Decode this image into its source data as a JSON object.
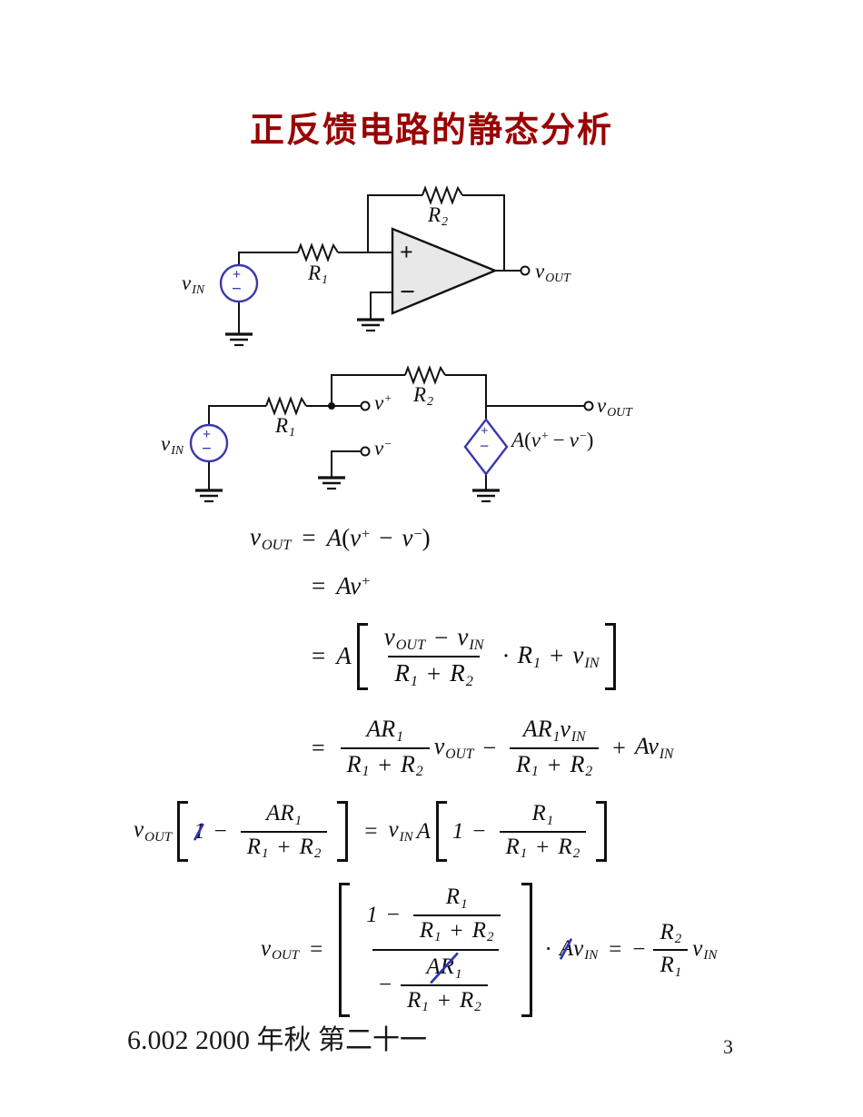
{
  "title": "正反馈电路的静态分析",
  "colors": {
    "title_red": "#990000",
    "ink_black": "#0e0e0e",
    "source_blue": "#3939ac",
    "opamp_fill": "#e8e8e8",
    "strikethrough_blue": "#3434b4"
  },
  "sym": {
    "v": "v",
    "A": "A",
    "R": "R",
    "one": "1",
    "two": "2",
    "OUT": "OUT",
    "IN": "IN",
    "eq": "=",
    "plus": "+",
    "minus": "−",
    "cdot": "·",
    "lp": "(",
    "rp": ")"
  },
  "circuit1": {
    "labels": {
      "vin": "vIN",
      "r1": "R1",
      "r2": "R2",
      "vout": "vOUT",
      "opamp_plus": "+",
      "opamp_minus": "−",
      "source_plus": "+",
      "source_minus": "−"
    }
  },
  "circuit2": {
    "labels": {
      "vin": "vIN",
      "r1": "R1",
      "r2": "R2",
      "vplus": "v+",
      "vminus": "v−",
      "vout": "vOUT",
      "dep_source": "A(v+ − v−)",
      "source_plus": "+",
      "source_minus": "−",
      "dep_plus": "+",
      "dep_minus": "−"
    }
  },
  "equations": [
    "vOUT = A(v+ − v−)",
    "= Av+",
    "= A[ (vOUT − vIN)/(R1 + R2) · R1 + vIN ]",
    "= AR1/(R1 + R2) vOUT − AR1vIN/(R1 + R2) + AvIN",
    "vOUT[ 1 − AR1/(R1 + R2) ] = vIN A[ 1 − R1/(R1 + R2) ]",
    "vOUT = [ (1 − R1/(R1 + R2)) / (− AR1/(R1 + R2)) ] · AvIN = − R2/R1 vIN"
  ],
  "annotations": {
    "struck_terms": [
      "1 (left bracket, line 5)",
      "AR1 (denominator, line 6)",
      "A (in AvIN, line 6)"
    ]
  },
  "footer": {
    "course_line": "6.002  2000 年秋  第二十一",
    "page_number": "3"
  }
}
